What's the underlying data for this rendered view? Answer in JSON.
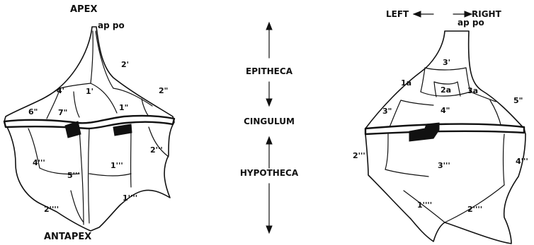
{
  "left_view": {
    "apex": "APEX",
    "antapex": "ANTAPEX",
    "pore": "ap po",
    "plates": {
      "p2prime": "2'",
      "p4prime": "4'",
      "p1prime": "1'",
      "p2dd": "2\"",
      "p6dd": "6\"",
      "p7dd": "7\"",
      "p1dd": "1\"",
      "p4ddd": "4'''",
      "p5ddd": "5'''",
      "p1ddd": "1'''",
      "p2ddd": "2'''",
      "p1dddd": "1''''",
      "p2dddd": "2''''"
    }
  },
  "middle": {
    "epitheca": "EPITHECA",
    "cingulum": "CINGULUM",
    "hypotheca": "HYPOTHECA"
  },
  "right_view": {
    "left": "LEFT",
    "right": "RIGHT",
    "pore": "ap po",
    "plates": {
      "p3prime": "3'",
      "p1a": "1a",
      "p2a": "2a",
      "p3a": "3a",
      "p3dd": "3\"",
      "p4dd": "4\"",
      "p5dd": "5\"",
      "p2ddd": "2'''",
      "p3ddd": "3'''",
      "p4ddd": "4'''",
      "p1dddd": "1''''",
      "p2dddd": "2''''"
    }
  }
}
